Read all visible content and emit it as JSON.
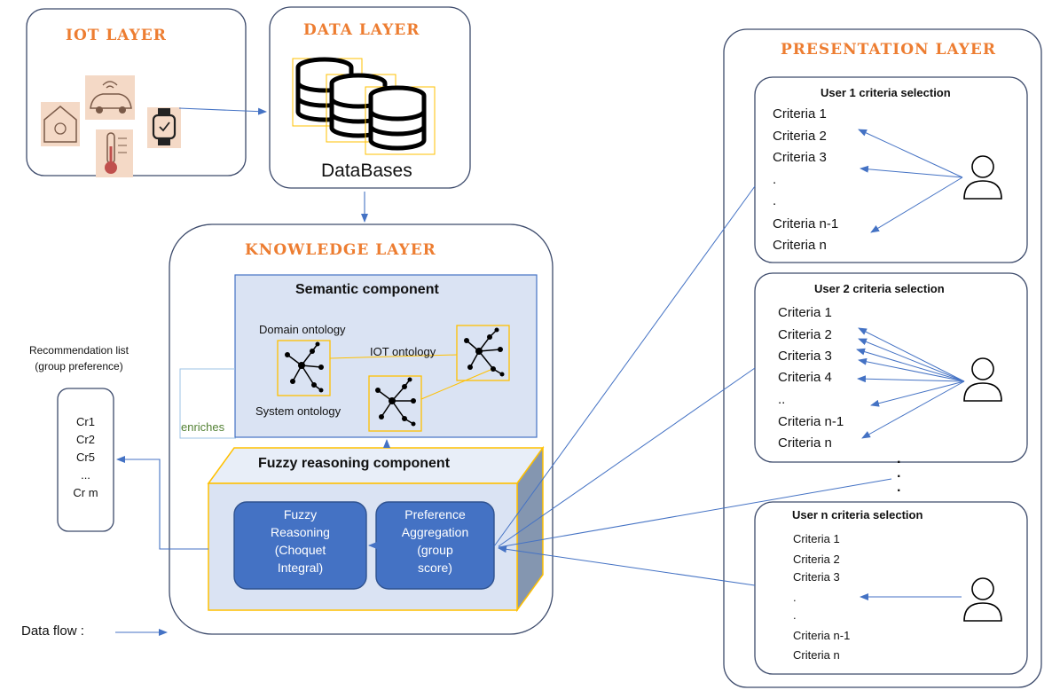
{
  "iot_layer": {
    "title": "IOT LAYER"
  },
  "data_layer": {
    "title": "DATA LAYER",
    "label": "DataBases"
  },
  "knowledge_layer": {
    "title": "KNOWLEDGE LAYER",
    "semantic": {
      "title": "Semantic component",
      "domain_ontology": "Domain ontology",
      "iot_ontology": "IOT ontology",
      "system_ontology": "System ontology"
    },
    "enriches": "enriches",
    "fuzzy": {
      "title": "Fuzzy reasoning component",
      "reasoning": [
        "Fuzzy",
        "Reasoning",
        "(Choquet",
        "Integral)"
      ],
      "aggregation": [
        "Preference",
        "Aggregation",
        "(group",
        "score)"
      ]
    }
  },
  "recommendation": {
    "title_lines": [
      "Recommendation list",
      "(group preference)"
    ],
    "items": [
      "Cr1",
      "Cr2",
      "Cr5",
      "...",
      "Cr m"
    ]
  },
  "legend": {
    "data_flow": "Data flow :"
  },
  "presentation_layer": {
    "title": "PRESENTATION LAYER",
    "user1": {
      "title": "User 1  criteria selection",
      "items": [
        "Criteria 1",
        "Criteria 2",
        "Criteria 3",
        ".",
        ".",
        "Criteria n-1",
        "Criteria n"
      ]
    },
    "user2": {
      "title": "User 2  criteria selection",
      "items": [
        "Criteria 1",
        "Criteria 2",
        "Criteria 3",
        "Criteria 4",
        "..",
        "Criteria n-1",
        "Criteria n"
      ]
    },
    "usern": {
      "title": "User n  criteria selection",
      "items": [
        "Criteria 1",
        "Criteria 2",
        "Criteria 3",
        ".",
        ".",
        "Criteria n-1",
        "Criteria n"
      ]
    },
    "ellipsis": [
      "·",
      "·",
      "·"
    ]
  },
  "colors": {
    "title_orange": "#ed7d31",
    "arrow_blue": "#4472c4",
    "semantic_fill": "#dae3f3",
    "fuzzy_fill": "#dae3f3",
    "inner_blue": "#4472c4",
    "gold": "#ffc000",
    "enriches_green": "#548235"
  }
}
